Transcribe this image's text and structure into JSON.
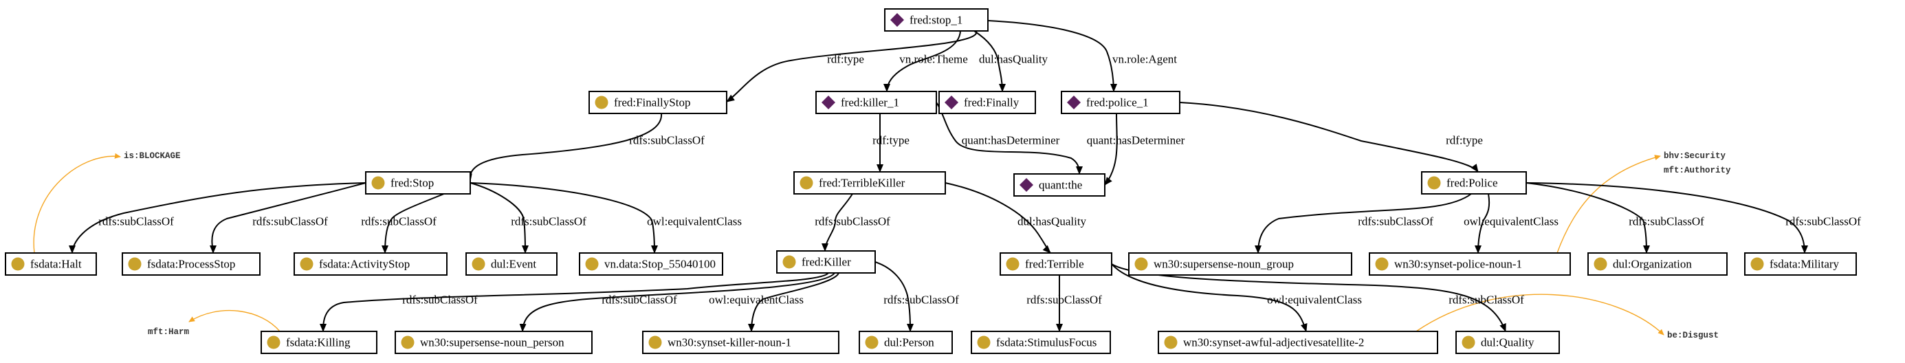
{
  "colors": {
    "instance": "#5b1f5e",
    "class": "#c9a22c",
    "annotation": "#f5a623"
  },
  "icons": {
    "instance": "purple-diamond-icon",
    "class": "gold-circle-icon"
  },
  "nodes": [
    {
      "id": "stop1",
      "kind": "instance",
      "label": "fred:stop_1"
    },
    {
      "id": "finallystop",
      "kind": "class",
      "label": "fred:FinallyStop"
    },
    {
      "id": "killer1",
      "kind": "instance",
      "label": "fred:killer_1"
    },
    {
      "id": "finally",
      "kind": "instance",
      "label": "fred:Finally"
    },
    {
      "id": "police1",
      "kind": "instance",
      "label": "fred:police_1"
    },
    {
      "id": "stop",
      "kind": "class",
      "label": "fred:Stop"
    },
    {
      "id": "terriblekiller",
      "kind": "class",
      "label": "fred:TerribleKiller"
    },
    {
      "id": "the",
      "kind": "instance",
      "label": "quant:the"
    },
    {
      "id": "police",
      "kind": "class",
      "label": "fred:Police"
    },
    {
      "id": "halt",
      "kind": "class",
      "label": "fsdata:Halt"
    },
    {
      "id": "processstop",
      "kind": "class",
      "label": "fsdata:ProcessStop"
    },
    {
      "id": "activitystop",
      "kind": "class",
      "label": "fsdata:ActivityStop"
    },
    {
      "id": "event",
      "kind": "class",
      "label": "dul:Event"
    },
    {
      "id": "vnstop",
      "kind": "class",
      "label": "vn.data:Stop_55040100"
    },
    {
      "id": "killer",
      "kind": "class",
      "label": "fred:Killer"
    },
    {
      "id": "terrible",
      "kind": "class",
      "label": "fred:Terrible"
    },
    {
      "id": "nounGroup",
      "kind": "class",
      "label": "wn30:supersense-noun_group"
    },
    {
      "id": "policeNoun",
      "kind": "class",
      "label": "wn30:synset-police-noun-1"
    },
    {
      "id": "organization",
      "kind": "class",
      "label": "dul:Organization"
    },
    {
      "id": "military",
      "kind": "class",
      "label": "fsdata:Military"
    },
    {
      "id": "killing",
      "kind": "class",
      "label": "fsdata:Killing"
    },
    {
      "id": "nounPerson",
      "kind": "class",
      "label": "wn30:supersense-noun_person"
    },
    {
      "id": "killerNoun",
      "kind": "class",
      "label": "wn30:synset-killer-noun-1"
    },
    {
      "id": "person",
      "kind": "class",
      "label": "dul:Person"
    },
    {
      "id": "stimulus",
      "kind": "class",
      "label": "fsdata:StimulusFocus"
    },
    {
      "id": "awful",
      "kind": "class",
      "label": "wn30:synset-awful-adjectivesatellite-2"
    },
    {
      "id": "quality",
      "kind": "class",
      "label": "dul:Quality"
    }
  ],
  "edges": [
    {
      "from": "stop1",
      "to": "finallystop",
      "label": "rdf:type"
    },
    {
      "from": "stop1",
      "to": "killer1",
      "label": "vn.role:Theme"
    },
    {
      "from": "stop1",
      "to": "finally",
      "label": "dul:hasQuality"
    },
    {
      "from": "stop1",
      "to": "police1",
      "label": "vn.role:Agent"
    },
    {
      "from": "finallystop",
      "to": "stop",
      "label": "rdfs:subClassOf"
    },
    {
      "from": "killer1",
      "to": "terriblekiller",
      "label": "rdf:type"
    },
    {
      "from": "killer1",
      "to": "the",
      "label": "quant:hasDeterminer"
    },
    {
      "from": "police1",
      "to": "the",
      "label": "quant:hasDeterminer"
    },
    {
      "from": "police1",
      "to": "police",
      "label": "rdf:type"
    },
    {
      "from": "stop",
      "to": "halt",
      "label": "rdfs:subClassOf"
    },
    {
      "from": "stop",
      "to": "processstop",
      "label": "rdfs:subClassOf"
    },
    {
      "from": "stop",
      "to": "activitystop",
      "label": "rdfs:subClassOf"
    },
    {
      "from": "stop",
      "to": "event",
      "label": "rdfs:subClassOf"
    },
    {
      "from": "stop",
      "to": "vnstop",
      "label": "owl:equivalentClass"
    },
    {
      "from": "terriblekiller",
      "to": "killer",
      "label": "rdfs:subClassOf"
    },
    {
      "from": "terriblekiller",
      "to": "terrible",
      "label": "dul:hasQuality"
    },
    {
      "from": "police",
      "to": "nounGroup",
      "label": "rdfs:subClassOf"
    },
    {
      "from": "police",
      "to": "policeNoun",
      "label": "owl:equivalentClass"
    },
    {
      "from": "police",
      "to": "organization",
      "label": "rdfs:subClassOf"
    },
    {
      "from": "police",
      "to": "military",
      "label": "rdfs:subClassOf"
    },
    {
      "from": "killer",
      "to": "killing",
      "label": "rdfs:subClassOf"
    },
    {
      "from": "killer",
      "to": "nounPerson",
      "label": "rdfs:subClassOf"
    },
    {
      "from": "killer",
      "to": "killerNoun",
      "label": "owl:equivalentClass"
    },
    {
      "from": "killer",
      "to": "person",
      "label": "rdfs:subClassOf"
    },
    {
      "from": "terrible",
      "to": "stimulus",
      "label": "rdfs:subClassOf"
    },
    {
      "from": "terrible",
      "to": "awful",
      "label": "owl:equivalentClass"
    },
    {
      "from": "terrible",
      "to": "quality",
      "label": "rdfs:subClassOf"
    }
  ],
  "annotations": [
    {
      "id": "blockage",
      "node": "halt",
      "lines": [
        "is:BLOCKAGE"
      ]
    },
    {
      "id": "security",
      "node": "policeNoun",
      "lines": [
        "bhv:Security",
        "mft:Authority"
      ]
    },
    {
      "id": "harm",
      "node": "killing",
      "lines": [
        "mft:Harm"
      ]
    },
    {
      "id": "disgust",
      "node": "awful",
      "lines": [
        "be:Disgust"
      ]
    }
  ]
}
